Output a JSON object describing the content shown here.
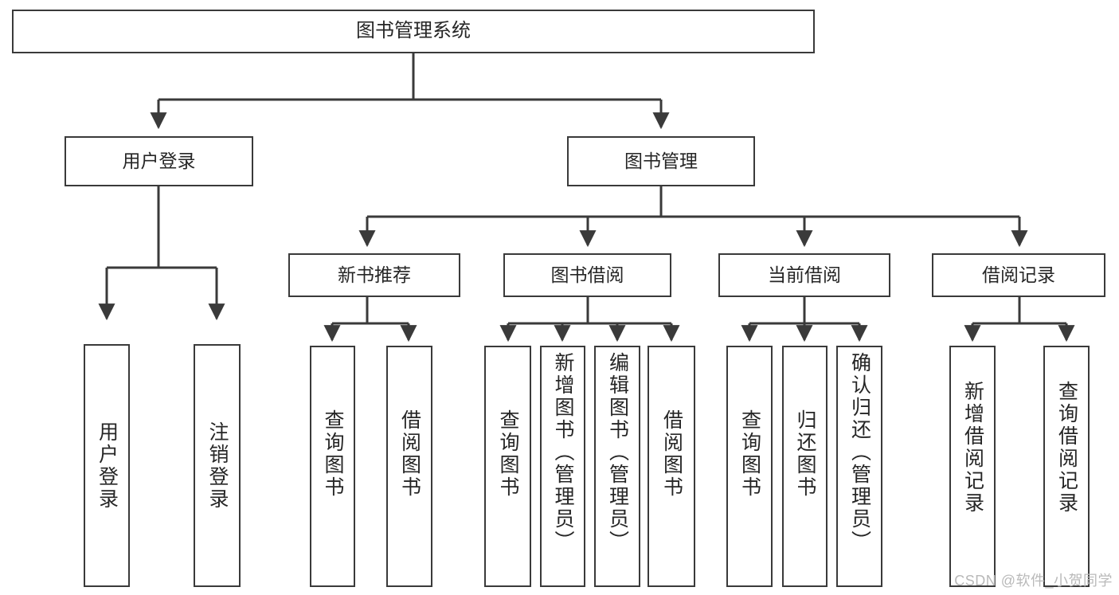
{
  "diagram": {
    "title": "图书管理系统",
    "watermark": "CSDN @软件_小贺同学",
    "colors": {
      "box_border": "#3a3a3a",
      "box_fill": "#ffffff",
      "edge": "#3a3a3a",
      "text": "#262626",
      "watermark": "#b9b9b9",
      "background": "#ffffff"
    },
    "type": "tree-hierarchy",
    "levels": 4
  },
  "nodes": {
    "root": {
      "label": "图书管理系统"
    },
    "level1": [
      {
        "label": "用户登录"
      },
      {
        "label": "图书管理"
      }
    ],
    "level2": [
      {
        "label": "新书推荐"
      },
      {
        "label": "图书借阅"
      },
      {
        "label": "当前借阅"
      },
      {
        "label": "借阅记录"
      }
    ],
    "leaves": {
      "user_login": [
        {
          "label": "用户登录"
        },
        {
          "label": "注销登录"
        }
      ],
      "new_book_recommend": [
        {
          "label": "查询图书"
        },
        {
          "label": "借阅图书"
        }
      ],
      "book_borrow": [
        {
          "label": "查询图书"
        },
        {
          "label": "新增图书（管理员）"
        },
        {
          "label": "编辑图书（管理员）"
        },
        {
          "label": "借阅图书"
        }
      ],
      "current_borrow": [
        {
          "label": "查询图书"
        },
        {
          "label": "归还图书"
        },
        {
          "label": "确认归还（管理员）"
        }
      ],
      "borrow_record": [
        {
          "label": "新增借阅记录"
        },
        {
          "label": "查询借阅记录"
        }
      ]
    }
  }
}
